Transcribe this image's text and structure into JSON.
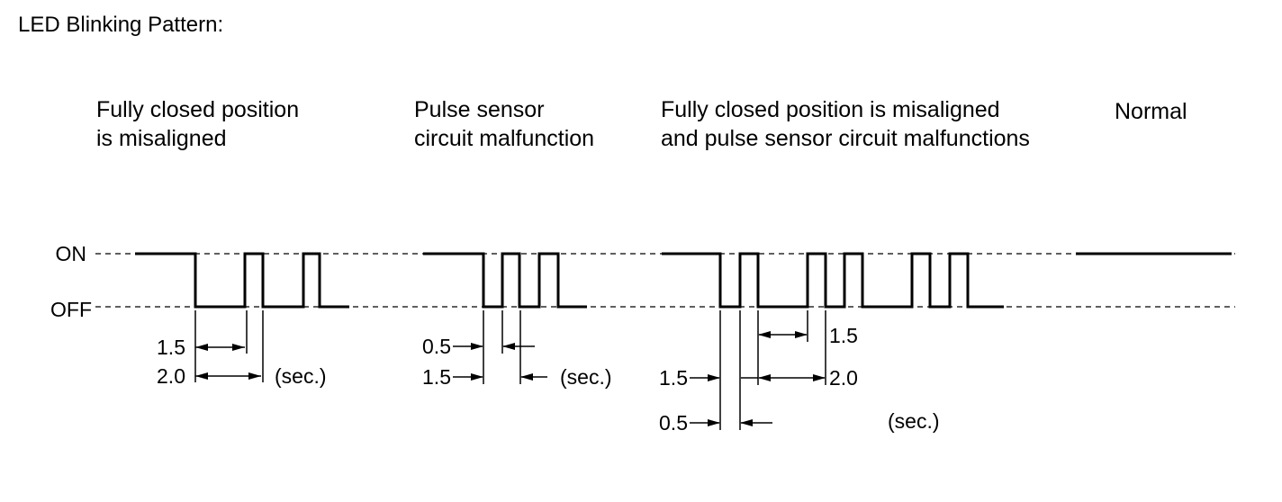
{
  "title": "LED Blinking Pattern:",
  "levels": {
    "on": "ON",
    "off": "OFF"
  },
  "patterns": [
    {
      "heading": [
        "Fully closed position",
        "is misaligned"
      ],
      "dims": [
        {
          "label": "1.5",
          "value": 1.5
        },
        {
          "label": "2.0",
          "value": 2.0
        }
      ],
      "unit": "(sec.)"
    },
    {
      "heading": [
        "Pulse sensor",
        "circuit malfunction"
      ],
      "dims": [
        {
          "label": "0.5",
          "value": 0.5
        },
        {
          "label": "1.5",
          "value": 1.5
        }
      ],
      "unit": "(sec.)"
    },
    {
      "heading": [
        "Fully closed position is misaligned",
        "and pulse sensor circuit malfunctions"
      ],
      "dims": [
        {
          "label": "1.5",
          "value": 1.5
        },
        {
          "label": "0.5",
          "value": 0.5
        },
        {
          "label": "1.5",
          "value": 1.5
        },
        {
          "label": "2.0",
          "value": 2.0
        }
      ],
      "unit": "(sec.)"
    },
    {
      "heading": [
        "Normal"
      ],
      "dims": [],
      "unit": ""
    }
  ]
}
